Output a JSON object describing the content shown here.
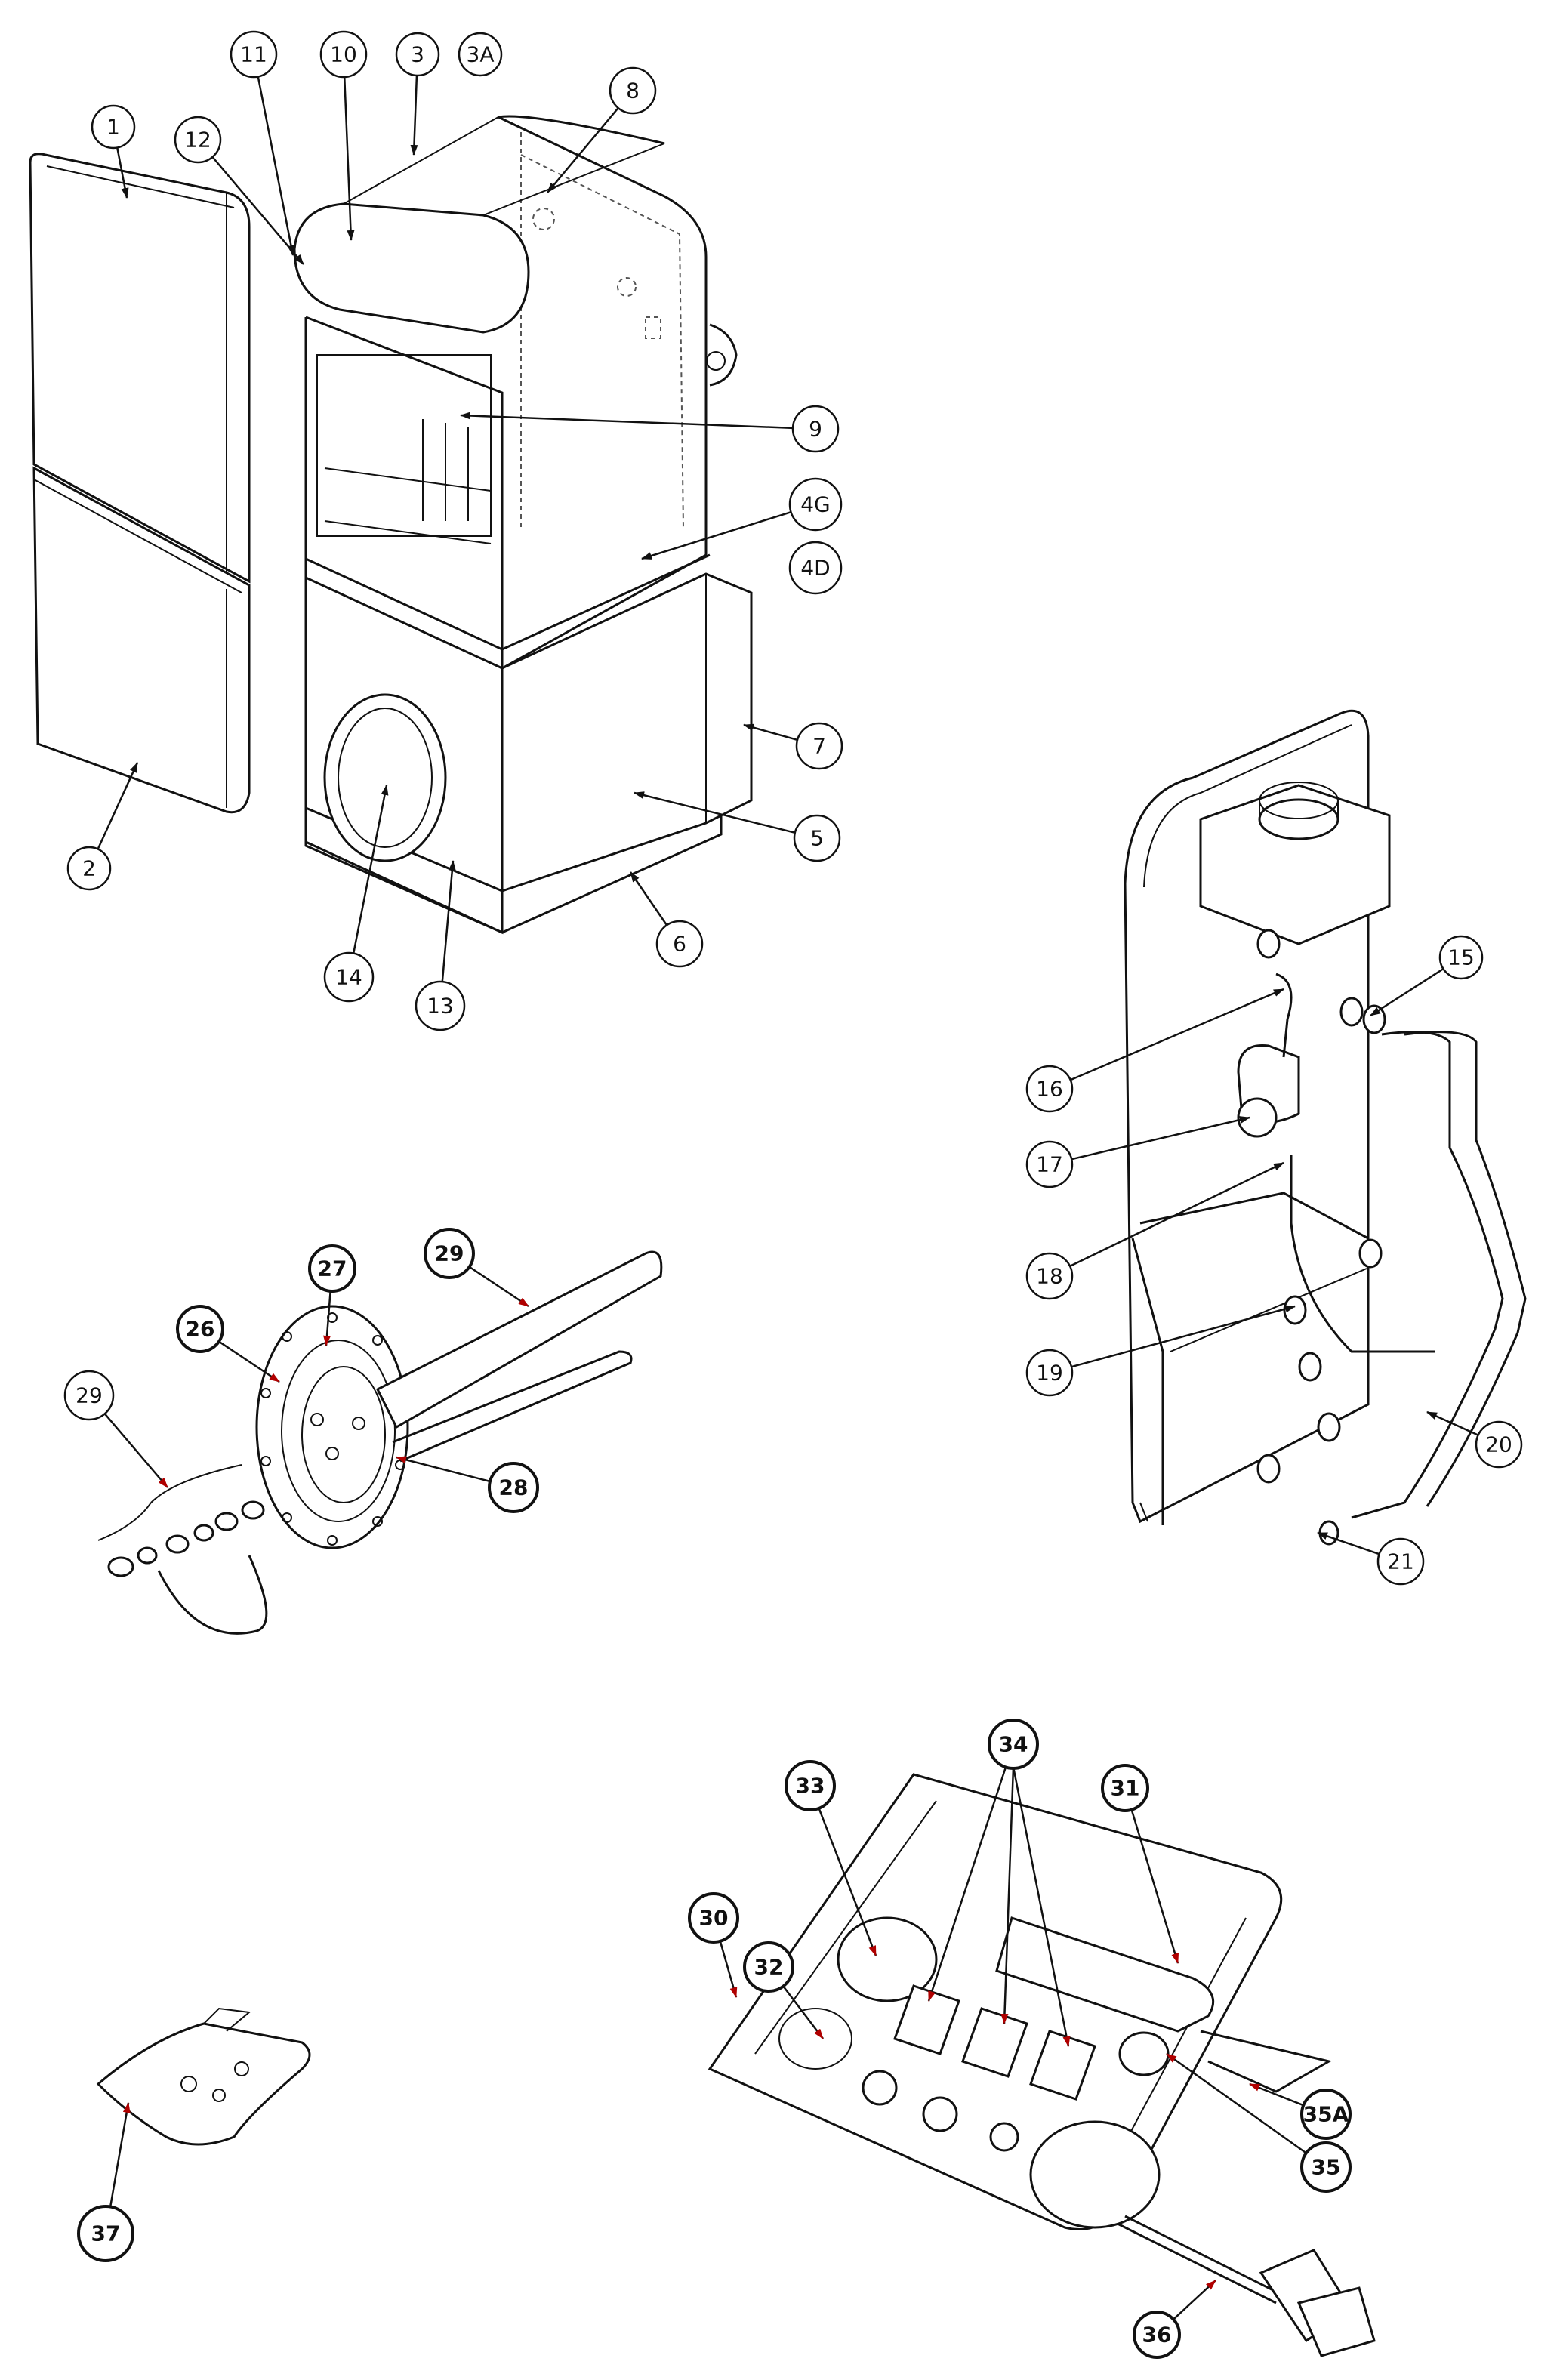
{
  "figure": {
    "groups": [
      {
        "id": "boiler-cabinet",
        "callouts": [
          "1",
          "2",
          "3",
          "3A",
          "4G",
          "4D",
          "5",
          "6",
          "7",
          "8",
          "9",
          "10",
          "11",
          "12",
          "13",
          "14"
        ]
      },
      {
        "id": "hydraulic-panel",
        "callouts": [
          "15",
          "16",
          "17",
          "18",
          "19",
          "20",
          "21"
        ]
      },
      {
        "id": "heating-element-flange",
        "callouts": [
          "26",
          "27",
          "28",
          "29",
          "29"
        ]
      },
      {
        "id": "control-panel",
        "callouts": [
          "30",
          "31",
          "32",
          "33",
          "34",
          "35",
          "35A",
          "36"
        ]
      },
      {
        "id": "accessory-bag",
        "callouts": [
          "37"
        ]
      }
    ]
  },
  "callouts": [
    {
      "label": "1",
      "style": "plain"
    },
    {
      "label": "2",
      "style": "plain"
    },
    {
      "label": "3",
      "style": "plain"
    },
    {
      "label": "3A",
      "style": "plain"
    },
    {
      "label": "4G",
      "style": "plain"
    },
    {
      "label": "4D",
      "style": "plain"
    },
    {
      "label": "5",
      "style": "plain"
    },
    {
      "label": "6",
      "style": "plain"
    },
    {
      "label": "7",
      "style": "plain"
    },
    {
      "label": "8",
      "style": "plain"
    },
    {
      "label": "9",
      "style": "plain"
    },
    {
      "label": "10",
      "style": "plain"
    },
    {
      "label": "11",
      "style": "plain"
    },
    {
      "label": "12",
      "style": "plain"
    },
    {
      "label": "13",
      "style": "plain"
    },
    {
      "label": "14",
      "style": "plain"
    },
    {
      "label": "15",
      "style": "plain"
    },
    {
      "label": "16",
      "style": "plain"
    },
    {
      "label": "17",
      "style": "plain"
    },
    {
      "label": "18",
      "style": "plain"
    },
    {
      "label": "19",
      "style": "plain"
    },
    {
      "label": "20",
      "style": "plain"
    },
    {
      "label": "21",
      "style": "plain"
    },
    {
      "label": "26",
      "style": "bold"
    },
    {
      "label": "27",
      "style": "bold"
    },
    {
      "label": "28",
      "style": "bold"
    },
    {
      "label": "29",
      "style": "bold"
    },
    {
      "label": "29",
      "style": "plain"
    },
    {
      "label": "30",
      "style": "bold"
    },
    {
      "label": "31",
      "style": "bold"
    },
    {
      "label": "32",
      "style": "bold"
    },
    {
      "label": "33",
      "style": "bold"
    },
    {
      "label": "34",
      "style": "bold"
    },
    {
      "label": "35",
      "style": "bold"
    },
    {
      "label": "35A",
      "style": "bold"
    },
    {
      "label": "36",
      "style": "bold"
    },
    {
      "label": "37",
      "style": "bold"
    }
  ],
  "colors": {
    "line": "#111111",
    "background": "#ffffff",
    "leader_arrow_accent": "#b00000"
  }
}
